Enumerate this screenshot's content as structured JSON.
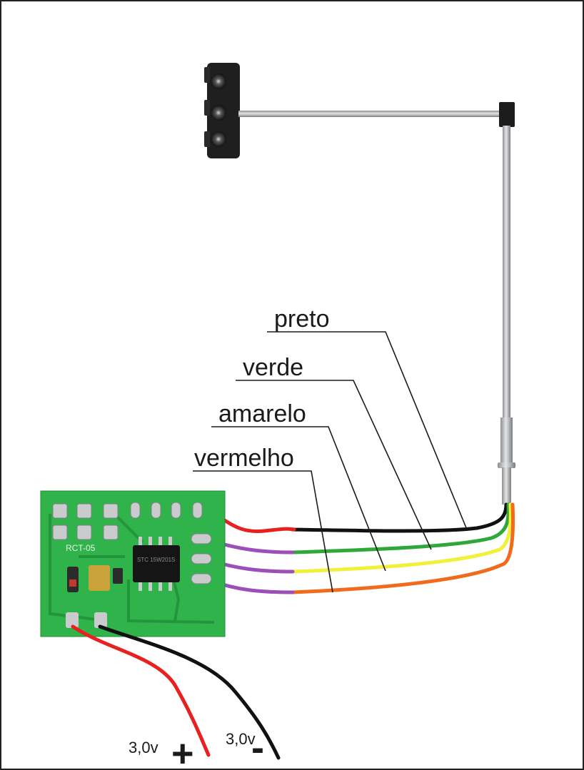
{
  "wire_labels": {
    "black": "preto",
    "green": "verde",
    "yellow": "amarelo",
    "red": "vermelho"
  },
  "power": {
    "positive_voltage": "3,0v",
    "positive_sign": "+",
    "negative_voltage": "3,0v",
    "negative_sign": "-"
  },
  "board": {
    "silkscreen": "RCT-05",
    "chip_text": "STC 15W201S"
  },
  "colors": {
    "board_green": "#2fb34a",
    "wire_black": "#111111",
    "wire_green": "#2fa83a",
    "wire_yellow": "#f2f03a",
    "wire_orange": "#f26a1b",
    "wire_red": "#e82020",
    "wire_purple": "#9b4fb8",
    "pole_metal": "#a7a9ac",
    "signal_housing": "#1f1f1f"
  }
}
